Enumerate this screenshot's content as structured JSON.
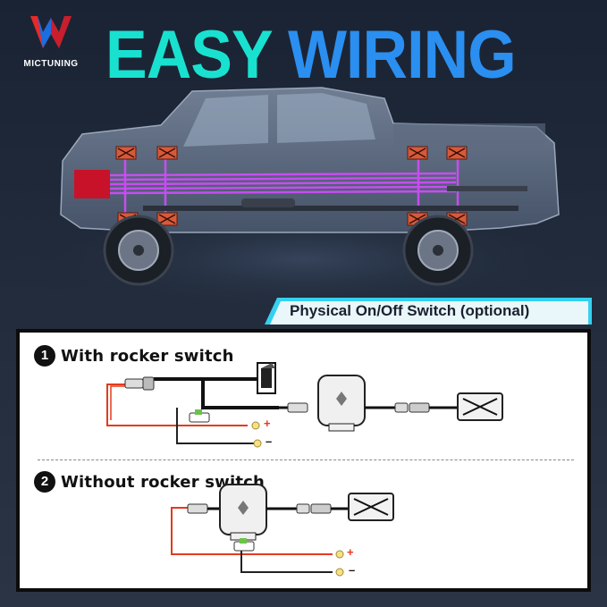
{
  "brand": {
    "name": "MICTUNING",
    "logo_icon": "mictuning-m-logo"
  },
  "headline": {
    "word1": "EASY",
    "word2": "WIRING"
  },
  "banner": {
    "label": "Physical On/Off Switch (optional)"
  },
  "steps": [
    {
      "number": "1",
      "label": "With rocker switch"
    },
    {
      "number": "2",
      "label": "Without rocker switch"
    }
  ],
  "terminals": {
    "positive": "+",
    "negative": "–"
  },
  "colors": {
    "headline_cyan": "#19e1d0",
    "headline_blue": "#2a8ff0",
    "wire_magenta": "#d44bff",
    "wire_red": "#e23b1e",
    "banner_cyan": "#35d0f0",
    "logo_red": "#e52a2a",
    "logo_blue": "#1a6ee0"
  }
}
